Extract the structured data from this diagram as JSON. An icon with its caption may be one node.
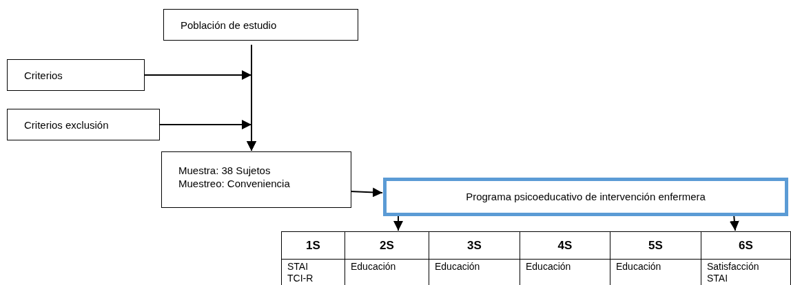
{
  "diagram": {
    "nodes": [
      {
        "text": [
          "Población de estudio"
        ]
      },
      {
        "text": [
          "Criterios"
        ]
      },
      {
        "text": [
          "Criterios exclusión"
        ]
      },
      {
        "text": [
          "Muestra: 38 Sujetos",
          "Muestreo: Conveniencia"
        ]
      },
      {
        "text": [
          "Programa psicoeducativo de intervención enfermera"
        ]
      },
      {
        "text": [
          "1S"
        ]
      },
      {
        "text": [
          "2S"
        ]
      },
      {
        "text": [
          "3S"
        ]
      },
      {
        "text": [
          "4S"
        ]
      },
      {
        "text": [
          "5S"
        ]
      },
      {
        "text": [
          "6S"
        ]
      },
      {
        "text": [
          "STAI",
          "TCI-R"
        ]
      },
      {
        "text": [
          "Educación"
        ]
      },
      {
        "text": [
          "Educación"
        ]
      },
      {
        "text": [
          "Educación"
        ]
      },
      {
        "text": [
          "Educación"
        ]
      },
      {
        "text": [
          "Satisfacción",
          "STAI"
        ]
      }
    ],
    "edges": [
      {
        "from": 0,
        "to": 3,
        "arrow": "to"
      },
      {
        "from": 1,
        "to": 3,
        "arrow": "to"
      },
      {
        "from": 2,
        "to": 3,
        "arrow": "to"
      },
      {
        "from": 3,
        "to": 4,
        "arrow": "to"
      },
      {
        "from": 4,
        "to": 6,
        "arrow": "to"
      },
      {
        "from": 4,
        "to": 10,
        "arrow": "to"
      }
    ]
  }
}
